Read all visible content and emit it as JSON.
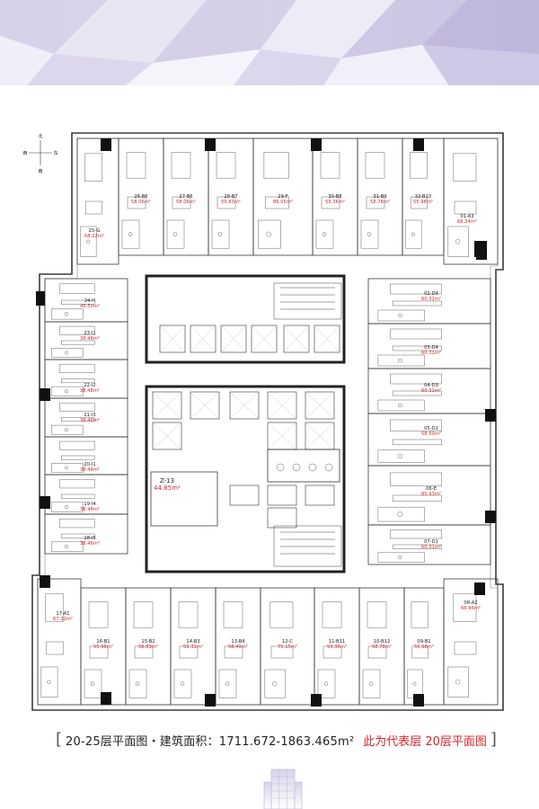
{
  "compass": {
    "north": "北",
    "west": "西",
    "east": "东",
    "south": "南"
  },
  "caption": {
    "left_bracket": "[",
    "text": "20-25层平面图・建筑面积：1711.672-1863.465m²",
    "highlight": "此为代表层 20层平面图",
    "right_bracket": "]"
  },
  "colors": {
    "area_text": "#d7262b",
    "wall": "#3a3a3a",
    "pillar": "#111111",
    "core_wall": "#222222"
  },
  "units": {
    "top": [
      {
        "code": "26-B6",
        "area": "58.06m²"
      },
      {
        "code": "27-B6",
        "area": "58.06m²"
      },
      {
        "code": "28-B7",
        "area": "59.83m²"
      },
      {
        "code": "29-F",
        "area": "86.05m²"
      },
      {
        "code": "30-B8",
        "area": "59.36m²"
      },
      {
        "code": "31-B9",
        "area": "58.78m²"
      },
      {
        "code": "32-B10",
        "area": "55.98m²"
      }
    ],
    "top_left": {
      "code": "25-G",
      "area": "68.22m²"
    },
    "top_right": {
      "code": "01-A3",
      "area": "66.34m²"
    },
    "left": [
      {
        "code": "24-H",
        "area": "45.50m²"
      },
      {
        "code": "23-I1",
        "area": "38.48m²"
      },
      {
        "code": "22-I2",
        "area": "38.48m²"
      },
      {
        "code": "21-I3",
        "area": "38.48m²"
      },
      {
        "code": "20-I1",
        "area": "38.44m²"
      },
      {
        "code": "19-I4",
        "area": "38.48m²"
      },
      {
        "code": "18-I5",
        "area": "38.46m²"
      }
    ],
    "right": [
      {
        "code": "02-D4",
        "area": "60.31m²"
      },
      {
        "code": "03-D4",
        "area": "60.31m²"
      },
      {
        "code": "04-D3",
        "area": "60.31m²"
      },
      {
        "code": "05-D2",
        "area": "58.50m²"
      },
      {
        "code": "06-E",
        "area": "85.93m²"
      },
      {
        "code": "07-D1",
        "area": "60.31m²"
      }
    ],
    "bottom_left": {
      "code": "17-A1",
      "area": "67.32m²"
    },
    "bottom_right": {
      "code": "08-A2",
      "area": "66.96m²"
    },
    "bottom": [
      {
        "code": "16-B1",
        "area": "55.98m²"
      },
      {
        "code": "15-B2",
        "area": "58.83m²"
      },
      {
        "code": "14-B3",
        "area": "59.31m²"
      },
      {
        "code": "13-B4",
        "area": "58.49m²"
      },
      {
        "code": "12-C",
        "area": "75.15m²"
      },
      {
        "code": "11-B11",
        "area": "59.36m²"
      },
      {
        "code": "10-B12",
        "area": "58.78m²"
      },
      {
        "code": "09-B1",
        "area": "55.98m²"
      }
    ],
    "center": {
      "code": "Z-13",
      "area": "44.85m²"
    }
  }
}
